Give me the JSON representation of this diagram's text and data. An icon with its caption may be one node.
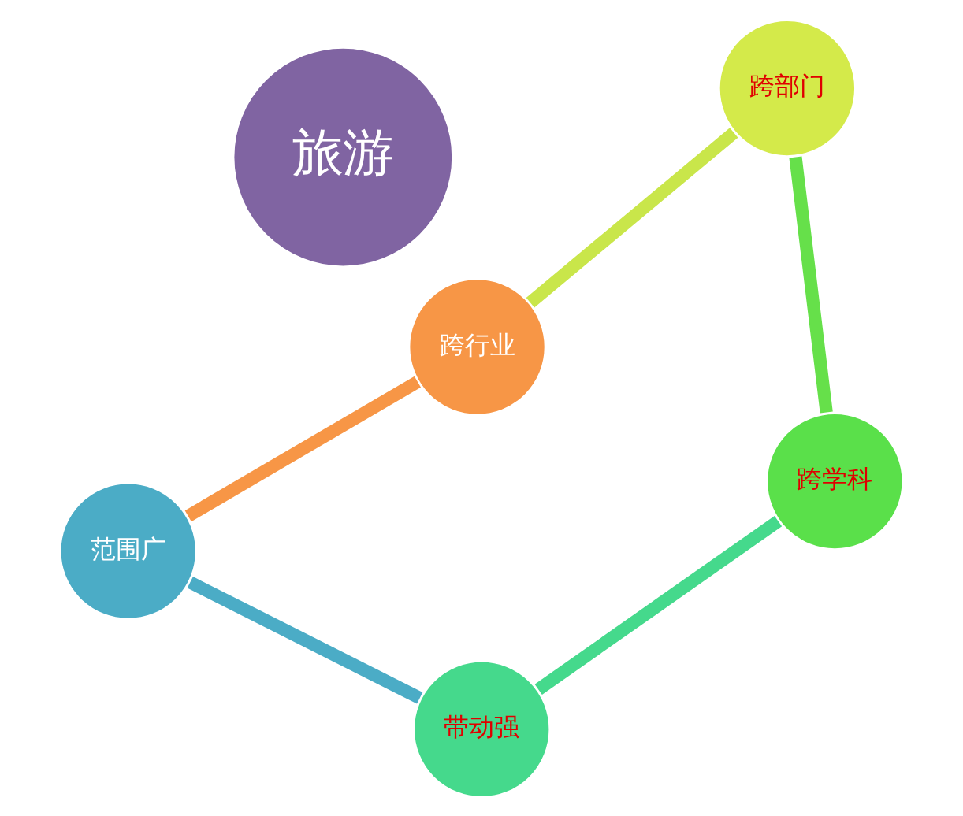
{
  "diagram": {
    "nodes": [
      {
        "text": [
          "范围广"
        ]
      },
      {
        "text": [
          "跨行业"
        ]
      },
      {
        "text": [
          "带动强"
        ]
      },
      {
        "text": [
          "旅游"
        ]
      },
      {
        "text": [
          "跨部门"
        ]
      },
      {
        "text": [
          "跨学科"
        ]
      }
    ],
    "edges": [
      {
        "from": 1,
        "to": 0,
        "arrow": "none",
        "color": "#f79646"
      },
      {
        "from": 0,
        "to": 2,
        "arrow": "none",
        "color": "#4bacc6"
      },
      {
        "from": 2,
        "to": 5,
        "arrow": "none",
        "color": "#45d98c"
      },
      {
        "from": 5,
        "to": 4,
        "arrow": "none",
        "color": "#66e04a"
      },
      {
        "from": 4,
        "to": 1,
        "arrow": "none",
        "color": "#c9e64a"
      }
    ]
  }
}
